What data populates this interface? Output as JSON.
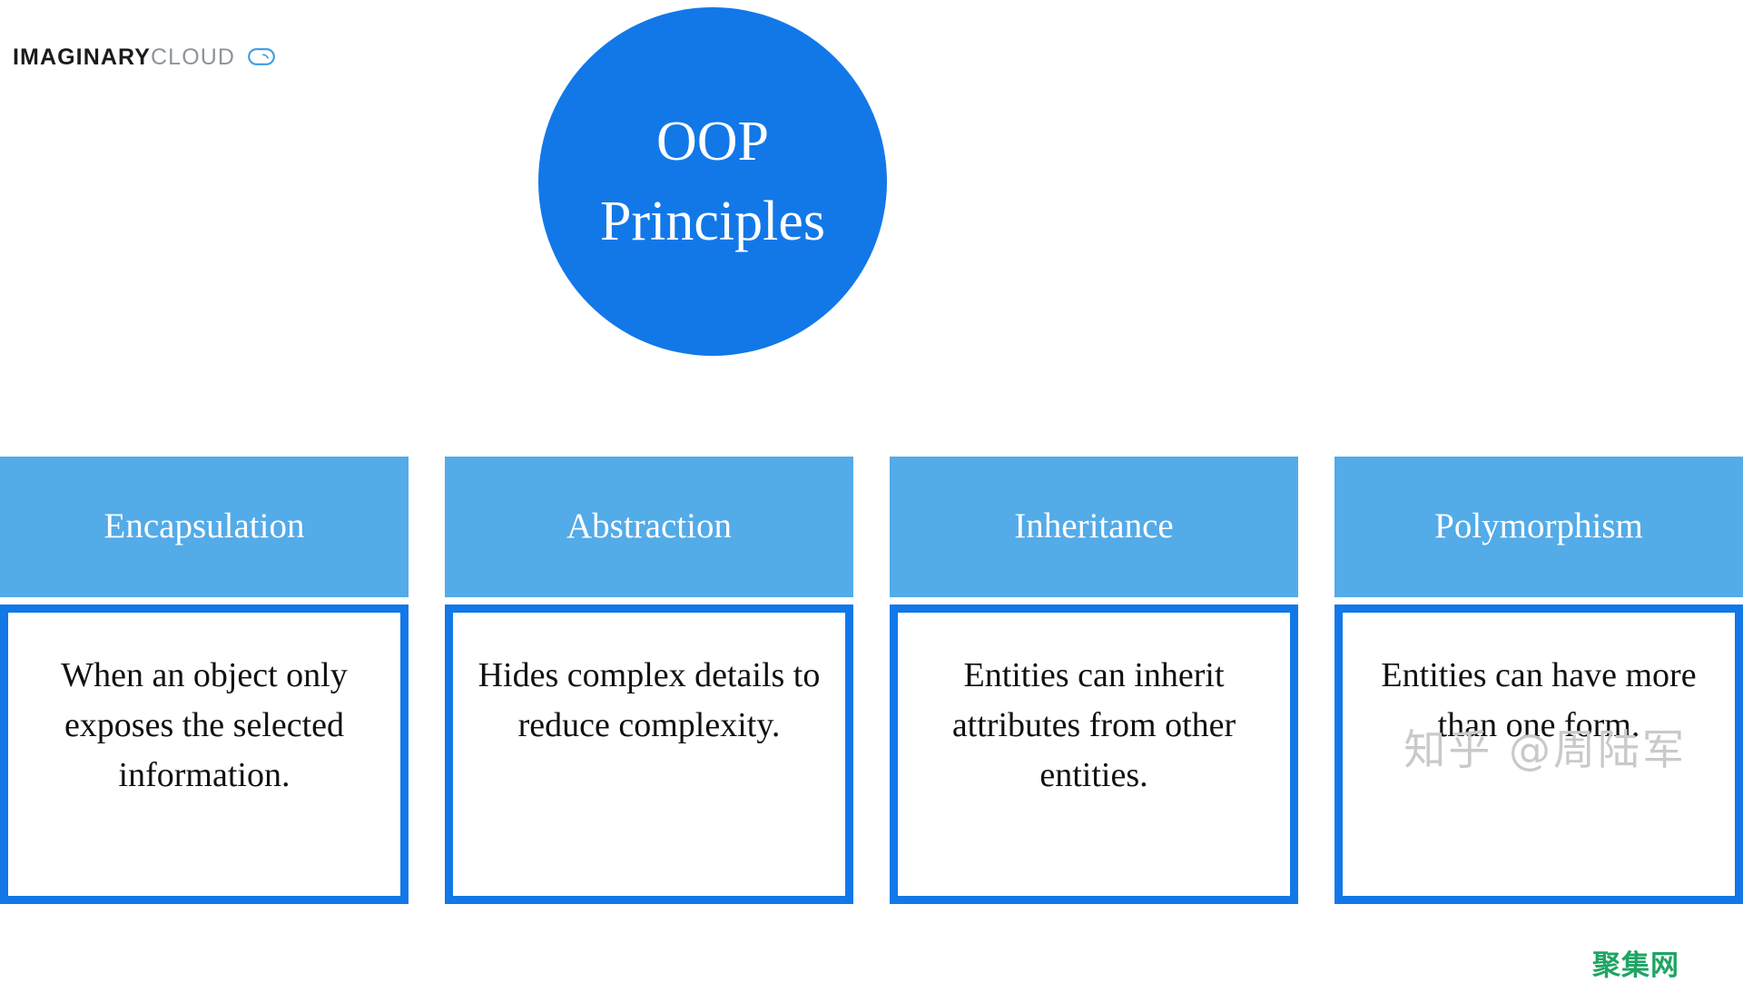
{
  "brand": {
    "word_primary": "IMAGINARY",
    "word_secondary": "CLOUD",
    "mark_icon": "speech-bubble-cloud-icon",
    "mark_color": "#3E9BE0"
  },
  "hub": {
    "title_line1": "OOP",
    "title_line2": "Principles",
    "fill_color": "#1278E8",
    "text_color": "#FFFFFF"
  },
  "theme": {
    "header_color": "#53ABE8",
    "border_color": "#1278E8",
    "body_text_color": "#111111",
    "background": "#FFFFFF"
  },
  "columns": [
    {
      "label": "Encapsulation",
      "description": "When an object only exposes the selected information."
    },
    {
      "label": "Abstraction",
      "description": "Hides complex details to reduce complexity."
    },
    {
      "label": "Inheritance",
      "description": "Entities can inherit attributes from other entities."
    },
    {
      "label": "Polymorphism",
      "description": "Entities can have more than one form."
    }
  ],
  "watermarks": {
    "zhihu": "知乎 @周陆军",
    "zhihu_color": "#C9C9C9",
    "site": "聚集网",
    "site_color": "#1FA463"
  }
}
